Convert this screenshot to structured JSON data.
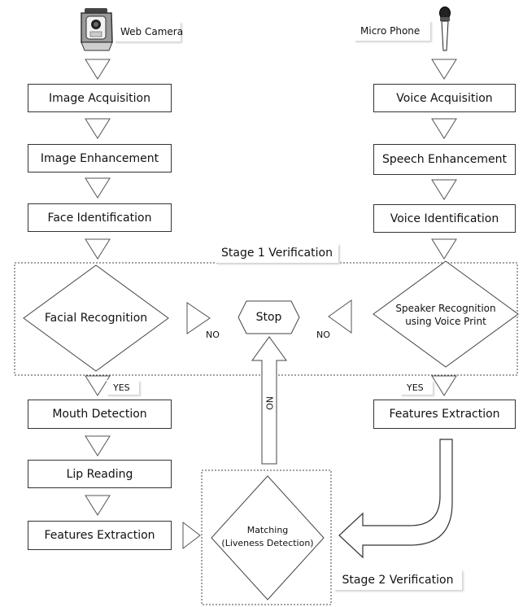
{
  "inputs": {
    "camera_label": "Web Camera",
    "microphone_label": "Micro Phone"
  },
  "left_pipeline": {
    "image_acquisition": "Image Acquisition",
    "image_enhancement": "Image Enhancement",
    "face_identification": "Face Identification",
    "facial_recognition": "Facial Recognition",
    "mouth_detection": "Mouth Detection",
    "lip_reading": "Lip Reading",
    "features_extraction": "Features Extraction"
  },
  "right_pipeline": {
    "voice_acquisition": "Voice Acquisition",
    "speech_enhancement": "Speech Enhancement",
    "voice_identification": "Voice Identification",
    "speaker_recognition_line1": "Speaker Recognition",
    "speaker_recognition_line2": "using Voice Print",
    "features_extraction": "Features Extraction"
  },
  "center": {
    "stop": "Stop",
    "matching_line1": "Matching",
    "matching_line2": "(Liveness Detection)"
  },
  "labels": {
    "yes_left": "YES",
    "yes_right": "YES",
    "no_left": "NO",
    "no_right": "NO",
    "no_vertical": "NO"
  },
  "stages": {
    "stage1": "Stage 1 Verification",
    "stage2": "Stage 2 Verification"
  }
}
